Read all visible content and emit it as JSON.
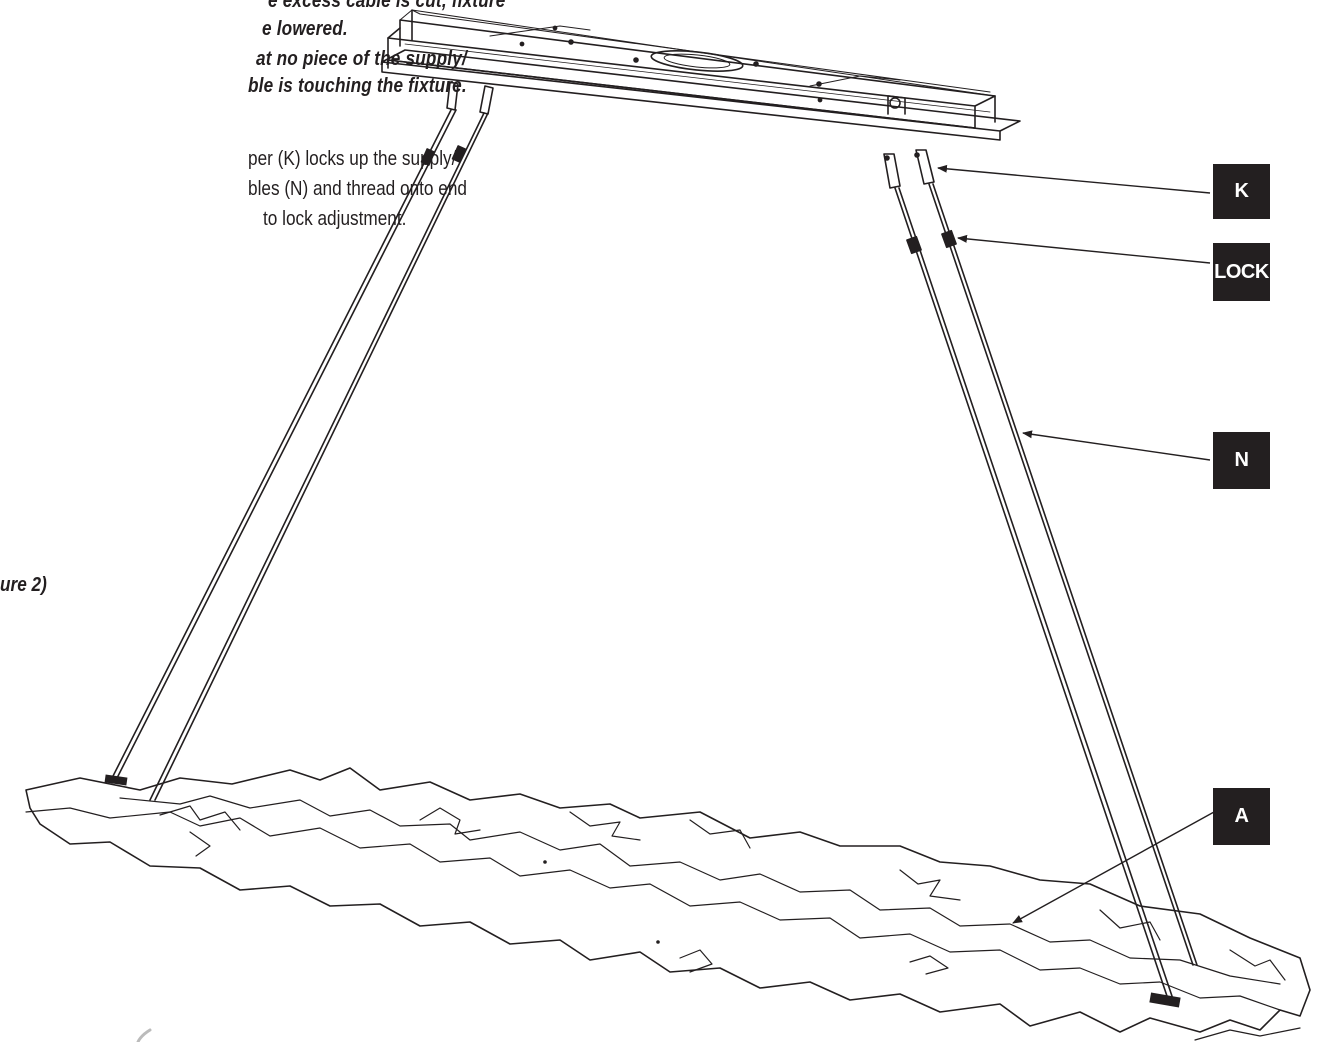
{
  "notes": {
    "line1": "e excess cable is cut, fixture",
    "line2": "e lowered.",
    "line3": "at no piece of the supply/",
    "line4": "ble is touching the fixture."
  },
  "step_text": {
    "line1": "per (K) locks up the supply/",
    "line2": "bles (N) and thread onto end",
    "line3": "to lock adjustment."
  },
  "figure_ref": "ure 2)",
  "callouts": {
    "k": "K",
    "lock": "LOCK",
    "n": "N",
    "a": "A"
  },
  "colors": {
    "ink": "#231f20",
    "label_text": "#ffffff"
  },
  "icons": {
    "arrowhead": "filled-triangle-arrowhead"
  }
}
